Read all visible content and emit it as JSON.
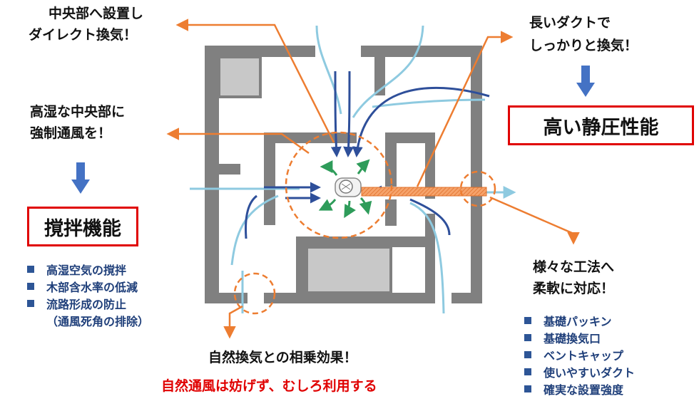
{
  "callouts": {
    "center_install": [
      "中央部へ設置し",
      "ダイレクト換気！"
    ],
    "humid_center": [
      "高湿な中央部に",
      "強制通風を！"
    ],
    "long_duct": [
      "長いダクトで",
      "しっかりと換気！"
    ],
    "flexible_method": [
      "様々な工法へ",
      "柔軟に対応！"
    ]
  },
  "features": {
    "stirring": "撹拌機能",
    "static_pressure": "高い静圧性能"
  },
  "stirring_benefits": [
    "高湿空気の撹拌",
    "木部含水率の低減",
    "流路形成の防止",
    "（通風死角の排除）"
  ],
  "method_items": [
    "基礎パッキン",
    "基礎換気口",
    "ベントキャップ",
    "使いやすいダクト",
    "確実な設置強度"
  ],
  "bottom": {
    "line1": "自然換気との相乗効果！",
    "line2": "自然通風は妨げず、むしろ利用する"
  },
  "colors": {
    "callout_line": "#ed7d31",
    "wall": "#808080",
    "room_fill": "#c8c8c8",
    "flow_dark": "#2e4f9a",
    "flow_light": "#8ecae0",
    "fan_air": "#2e9c5a",
    "feature_border": "#e00000",
    "bullet": "#2d5596",
    "bottom_accent": "#e00000"
  }
}
